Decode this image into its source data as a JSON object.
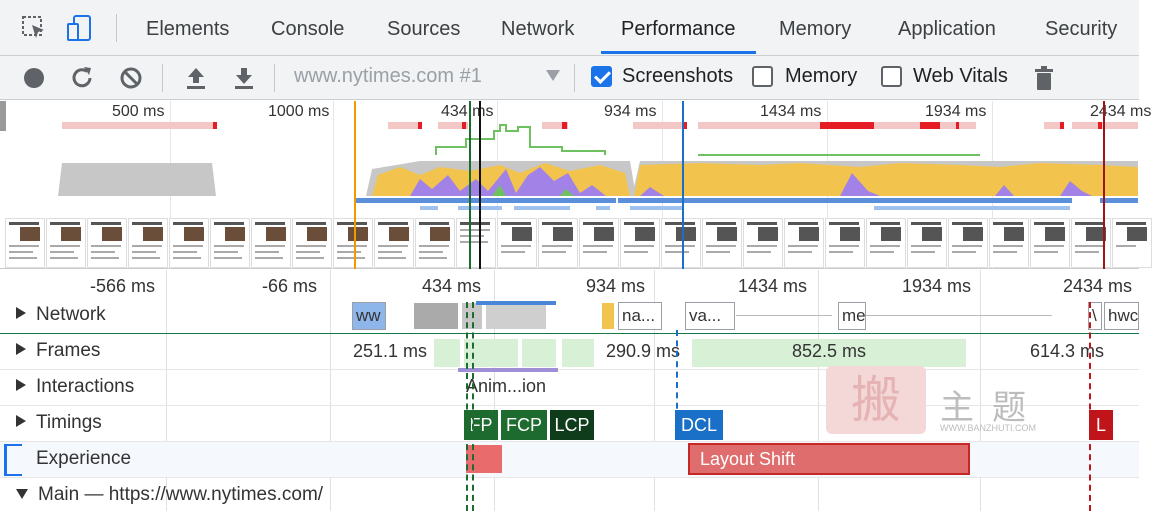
{
  "tabs": {
    "inspect_icon": "cursor-inspect-icon",
    "device_icon": "device-toggle-icon",
    "items": [
      "Elements",
      "Console",
      "Sources",
      "Network",
      "Performance",
      "Memory",
      "Application",
      "Security"
    ],
    "active": "Performance"
  },
  "toolbar": {
    "profile": "www.nytimes.com #1",
    "screenshots_label": "Screenshots",
    "screenshots_checked": true,
    "memory_label": "Memory",
    "memory_checked": false,
    "webvitals_label": "Web Vitals",
    "webvitals_checked": false
  },
  "overview": {
    "ticks": [
      "500 ms",
      "1000 ms",
      "434 ms",
      "934 ms",
      "1434 ms",
      "1934 ms",
      "2434 ms"
    ]
  },
  "ruler": {
    "ticks": [
      "-566 ms",
      "-66 ms",
      "434 ms",
      "934 ms",
      "1434 ms",
      "1934 ms",
      "2434 ms"
    ]
  },
  "tracks": {
    "network": {
      "label": "Network",
      "items": [
        "ww",
        "na...",
        "va...",
        "me",
        "\\",
        "hwc"
      ]
    },
    "frames": {
      "label": "Frames",
      "durations": [
        "251.1 ms",
        "290.9 ms",
        "852.5 ms",
        "614.3 ms"
      ]
    },
    "interactions": {
      "label": "Interactions",
      "anim_label": "Anim...ion"
    },
    "timings": {
      "label": "Timings",
      "markers": [
        "FP",
        "FCP",
        "LCP",
        "DCL",
        "L"
      ]
    },
    "experience": {
      "label": "Experience",
      "layout_shift": "Layout Shift"
    },
    "main": {
      "label": "Main — https://www.nytimes.com/"
    }
  },
  "watermark": {
    "logo": "搬",
    "text": "主题",
    "url": "WWW.BANZHUTI.COM"
  },
  "colors": {
    "accent": "#1a73e8",
    "fp": "#1e6b30",
    "fcp": "#1e6b30",
    "lcp": "#0f3d1c",
    "dcl": "#1a6fc7",
    "load": "#c0141b",
    "layout_shift": "#e06d6d"
  }
}
